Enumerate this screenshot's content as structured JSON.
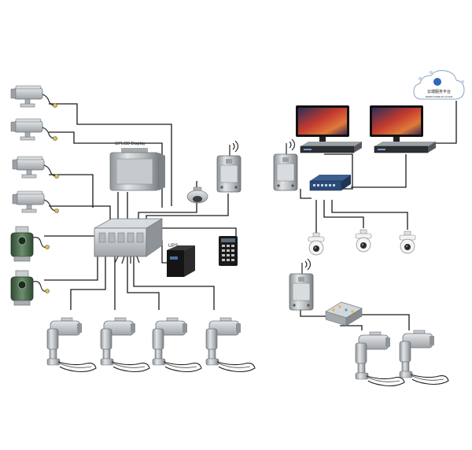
{
  "labels": {
    "display": "19\"LCD Display",
    "ups": "UPS",
    "cloud": "云端服务平台",
    "cloud_sub": "SMART HOME IOT CLOUD"
  },
  "colors": {
    "steel": "#bfc3c6",
    "steel_dark": "#7d8287",
    "camera_white": "#e9ecee",
    "hmi_green": "#4e6b4f",
    "screen_red": "#c23a2e",
    "wire": "#1a1a1a"
  },
  "icons": {
    "bullet_camera": "bullet-camera-icon",
    "explosion_proof_camera": "ex-camera-icon",
    "ptz_camera": "ptz-camera-icon",
    "dome_camera": "dome-camera-icon",
    "wireless_transmitter": "wifi-transmitter-icon",
    "junction_box": "junction-box-icon",
    "lcd_display": "lcd-display-icon",
    "keypad": "keypad-icon",
    "ups": "ups-icon",
    "monitor": "monitor-icon",
    "nvr": "nvr-icon",
    "network_switch": "network-switch-icon",
    "fiber_transceiver": "fiber-transceiver-icon",
    "cloud_platform": "cloud-platform-icon"
  }
}
